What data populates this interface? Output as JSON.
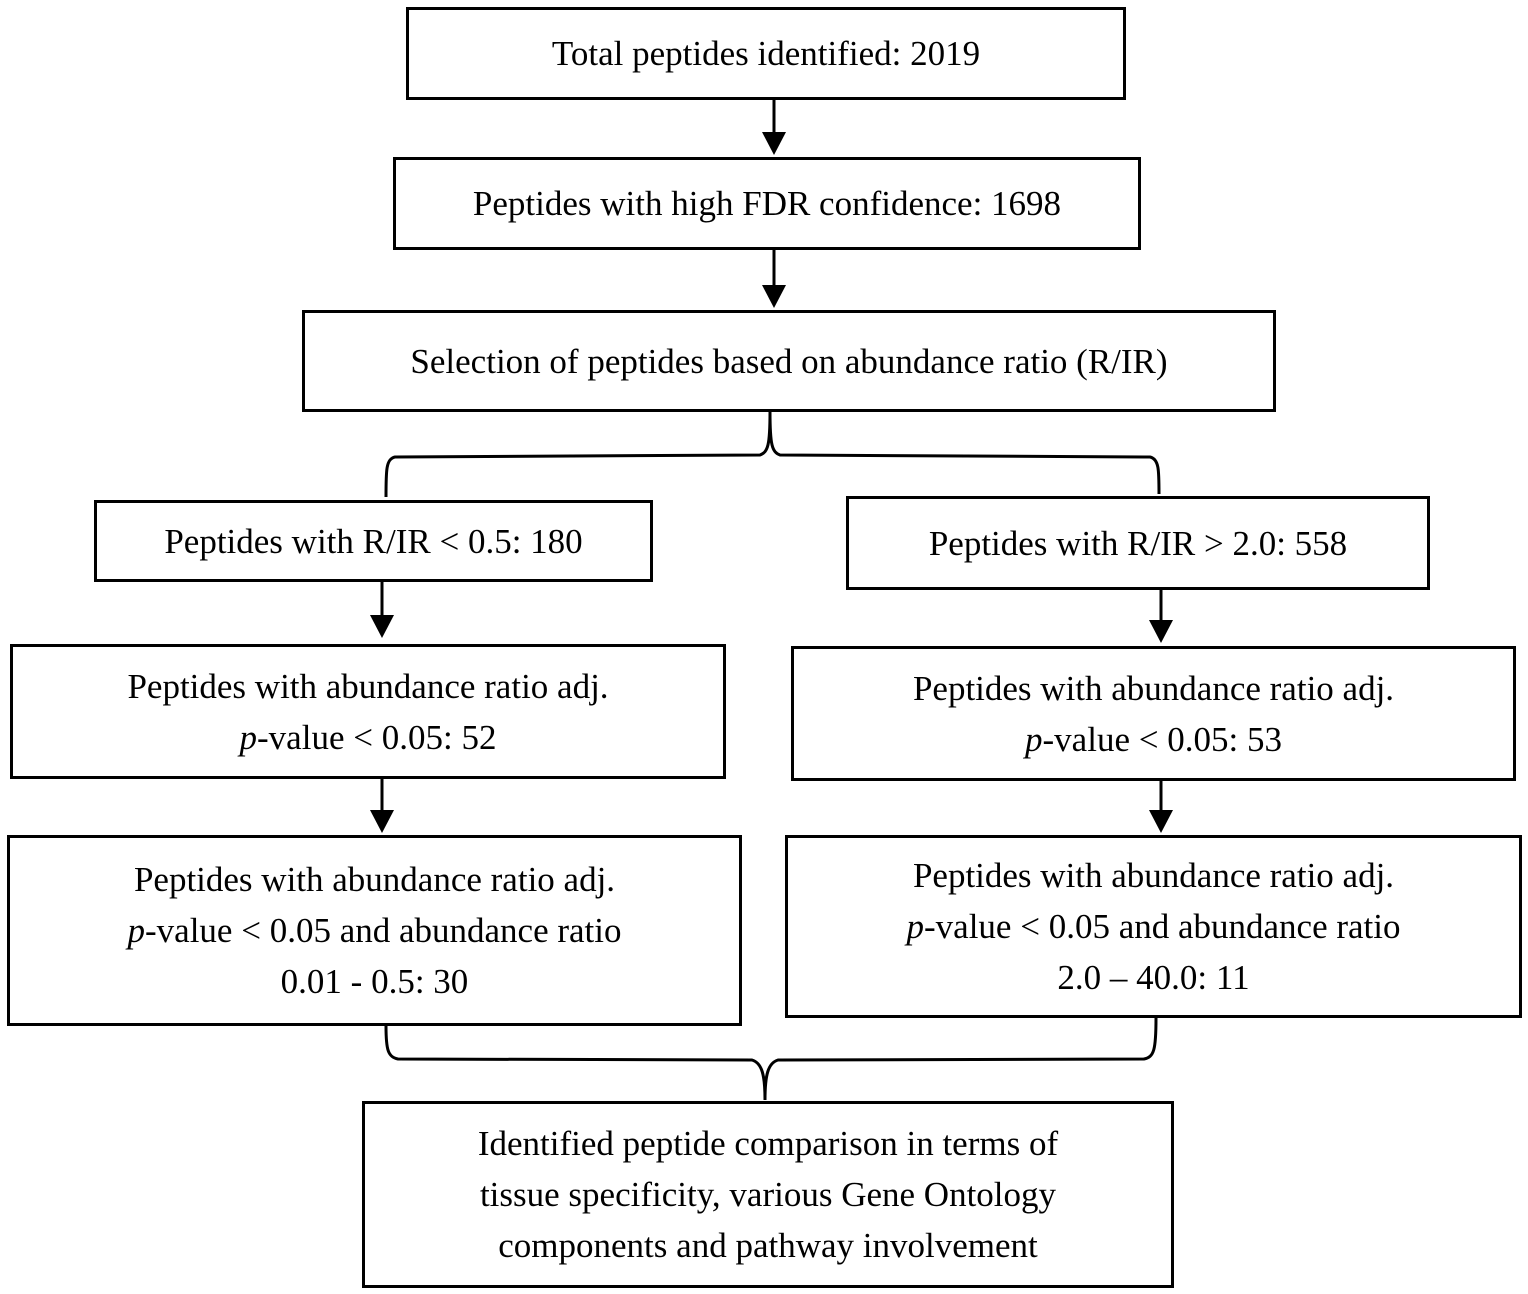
{
  "boxes": {
    "total": {
      "text": "Total peptides identified: 2019"
    },
    "high_fdr": {
      "text": "Peptides with high FDR confidence: 1698"
    },
    "selection": {
      "text": "Selection of peptides based on abundance ratio (R/IR)"
    },
    "left_ratio": {
      "text": "Peptides with R/IR < 0.5: 180"
    },
    "right_ratio": {
      "text": "Peptides with R/IR > 2.0: 558"
    },
    "left_pvalue": {
      "line1": "Peptides with abundance ratio adj.",
      "line2_italic": "p",
      "line2_rest": "-value < 0.05: 52"
    },
    "right_pvalue": {
      "line1": "Peptides with abundance ratio adj.",
      "line2_italic": "p",
      "line2_rest": "-value < 0.05: 53"
    },
    "left_final": {
      "line1": "Peptides with abundance ratio adj.",
      "line2_italic": "p",
      "line2_rest": "-value < 0.05 and abundance ratio",
      "line3": "0.01 - 0.5: 30"
    },
    "right_final": {
      "line1": "Peptides with abundance ratio adj.",
      "line2_italic": "p",
      "line2_rest": "-value < 0.05 and abundance ratio",
      "line3": "2.0 – 40.0: 11"
    },
    "comparison": {
      "line1": "Identified peptide comparison in terms of",
      "line2": "tissue specificity, various Gene Ontology",
      "line3": "components and pathway involvement"
    }
  }
}
